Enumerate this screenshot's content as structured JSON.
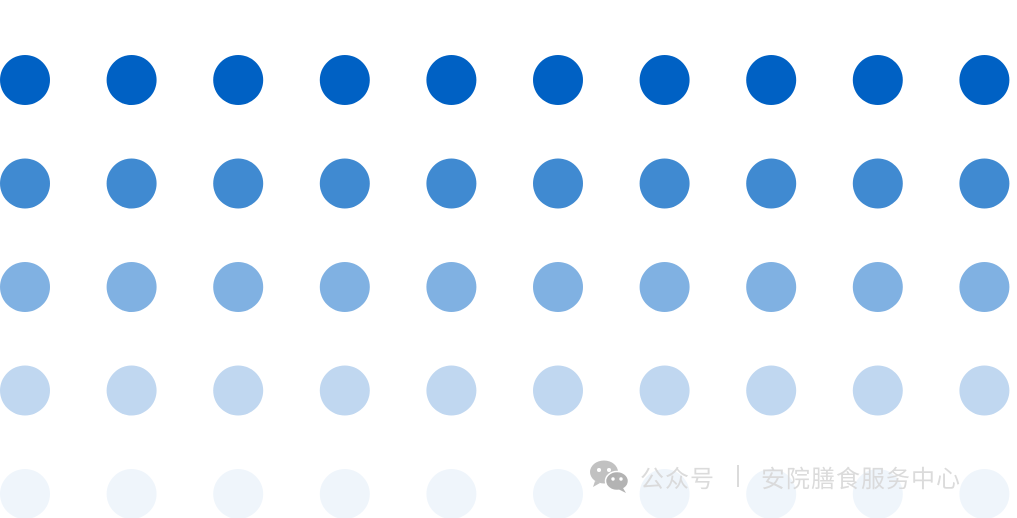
{
  "dot_grid": {
    "rows": 5,
    "columns": 10,
    "row_colors": [
      "#0061c4",
      "#408ad1",
      "#80b1e2",
      "#c0d7f0",
      "#eff5fb"
    ]
  },
  "watermark": {
    "icon": "wechat-icon",
    "label": "公众号",
    "account": "安院膳食服务中心"
  }
}
